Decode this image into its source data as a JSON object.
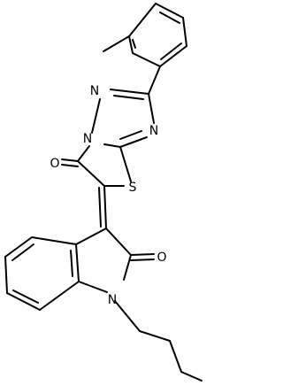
{
  "structure": {
    "atoms": {
      "n1": "N",
      "n2": "N",
      "n3": "N",
      "s": "S",
      "o_thiazol": "O",
      "n_indole": "N",
      "o_indole": "O"
    }
  },
  "colors": {
    "bond": "#000000",
    "label": "#000000",
    "background": "#ffffff"
  }
}
